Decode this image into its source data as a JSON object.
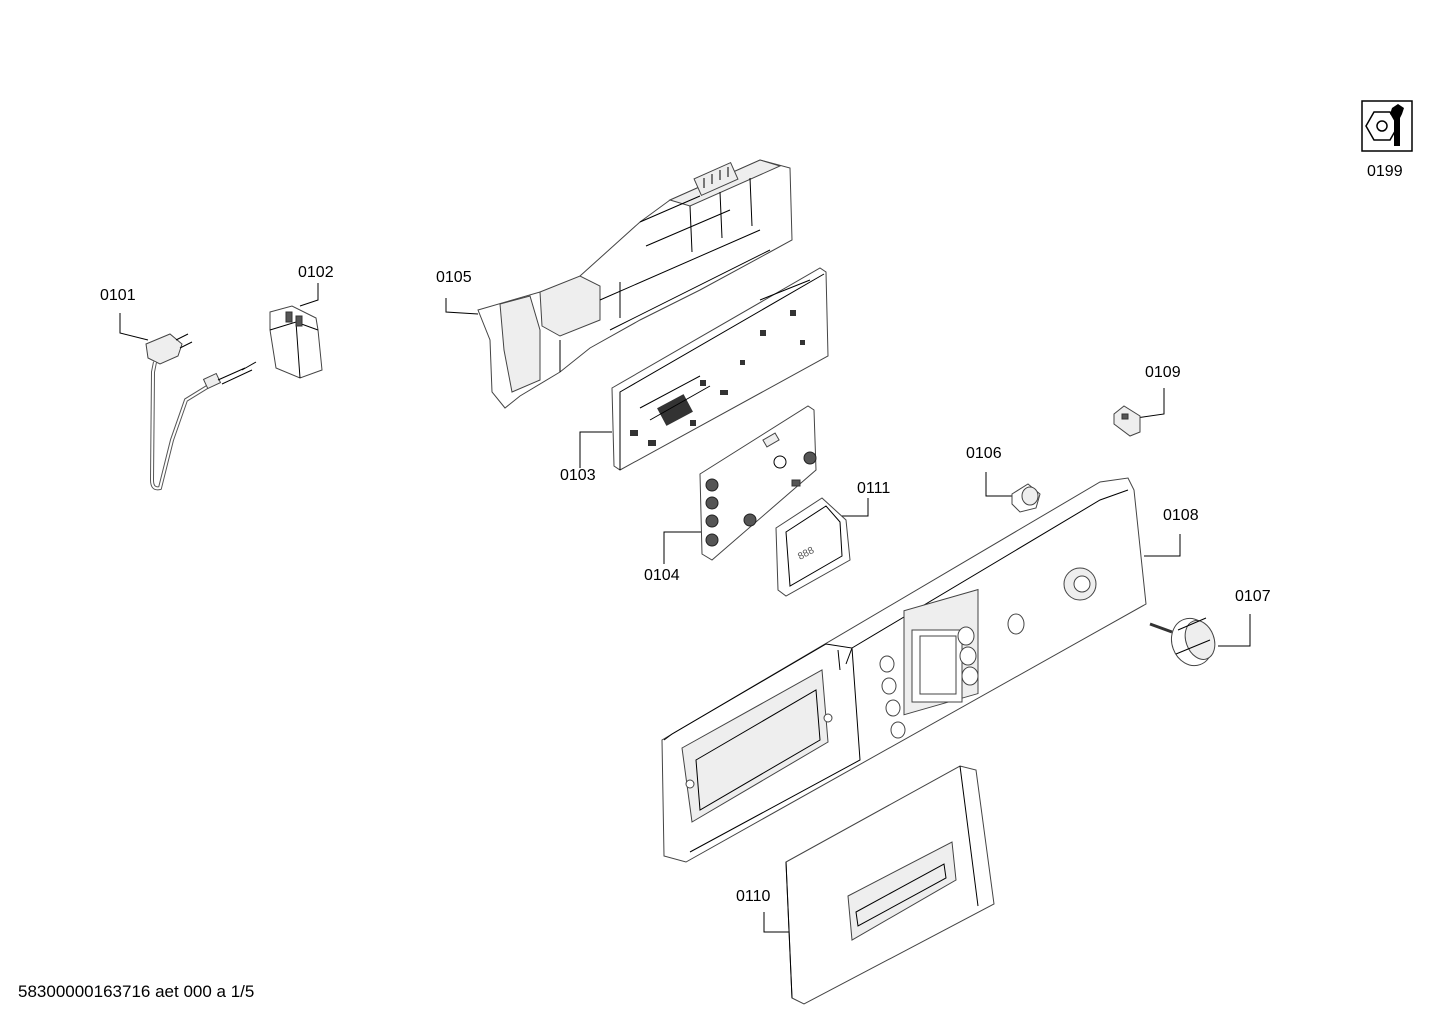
{
  "parts": {
    "p0101": "0101",
    "p0102": "0102",
    "p0103": "0103",
    "p0104": "0104",
    "p0105": "0105",
    "p0106": "0106",
    "p0107": "0107",
    "p0108": "0108",
    "p0109": "0109",
    "p0110": "0110",
    "p0111": "0111",
    "p0199": "0199"
  },
  "footer": "58300000163716 aet 000 a 1/5",
  "icons": {
    "tool_icon": "nut-and-wrench-icon"
  }
}
